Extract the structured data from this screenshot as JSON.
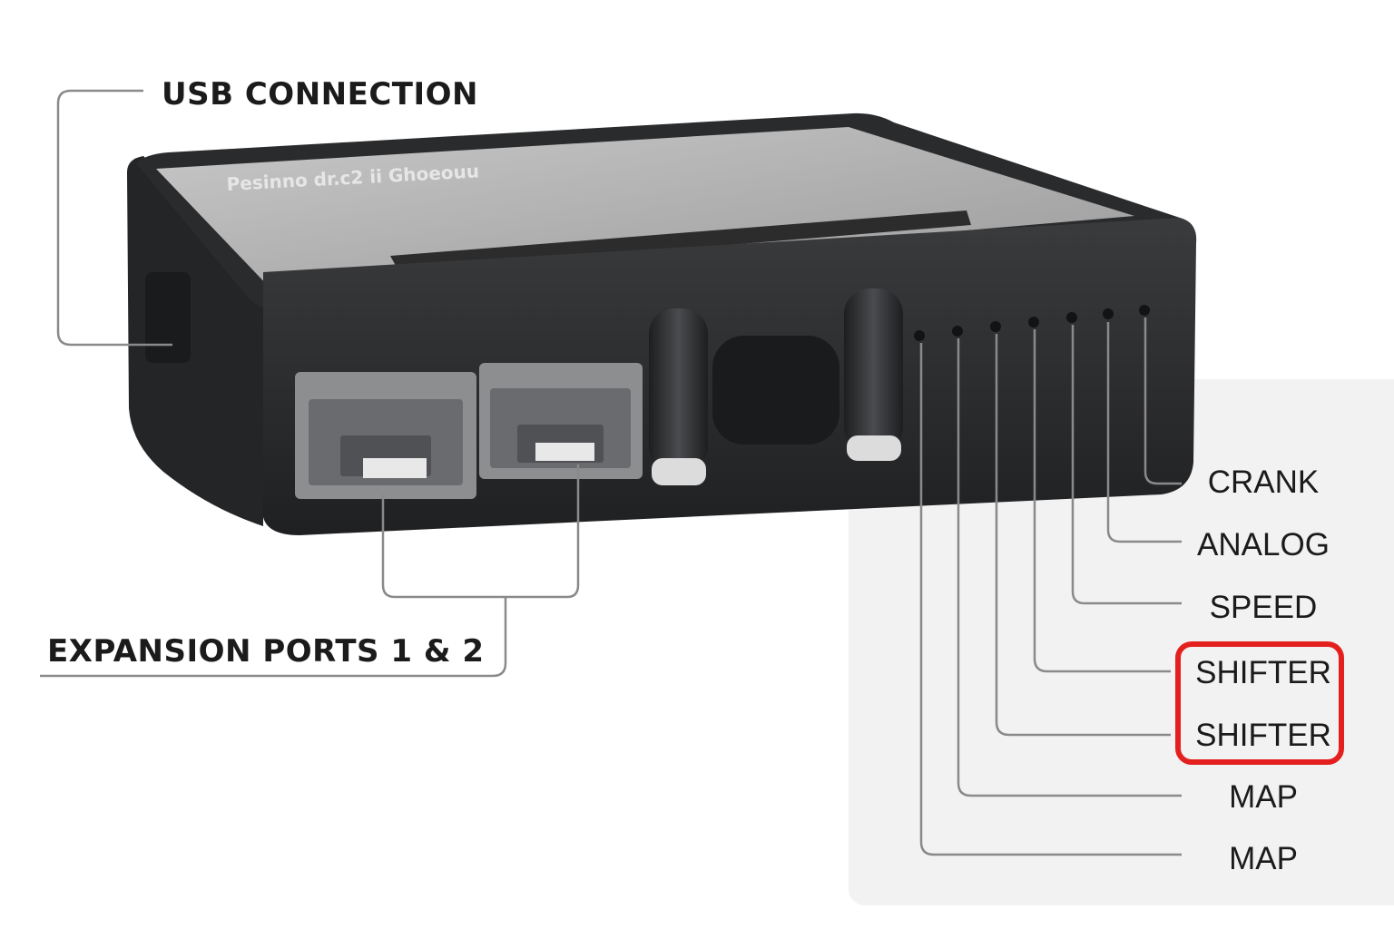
{
  "labels": {
    "usb": "USB CONNECTION",
    "expansion": "EXPANSION PORTS 1 & 2"
  },
  "pin_labels": [
    "CRANK",
    "ANALOG",
    "SPEED",
    "SHIFTER",
    "SHIFTER",
    "MAP",
    "MAP"
  ],
  "device": {
    "label_text": "Pesinno dr.c2 ii Ghoeouu"
  },
  "colors": {
    "highlight": "#e4201f",
    "device_body": "#2a2b2d",
    "panel": "#f2f2f2",
    "leader_line": "#8a8a8a"
  }
}
